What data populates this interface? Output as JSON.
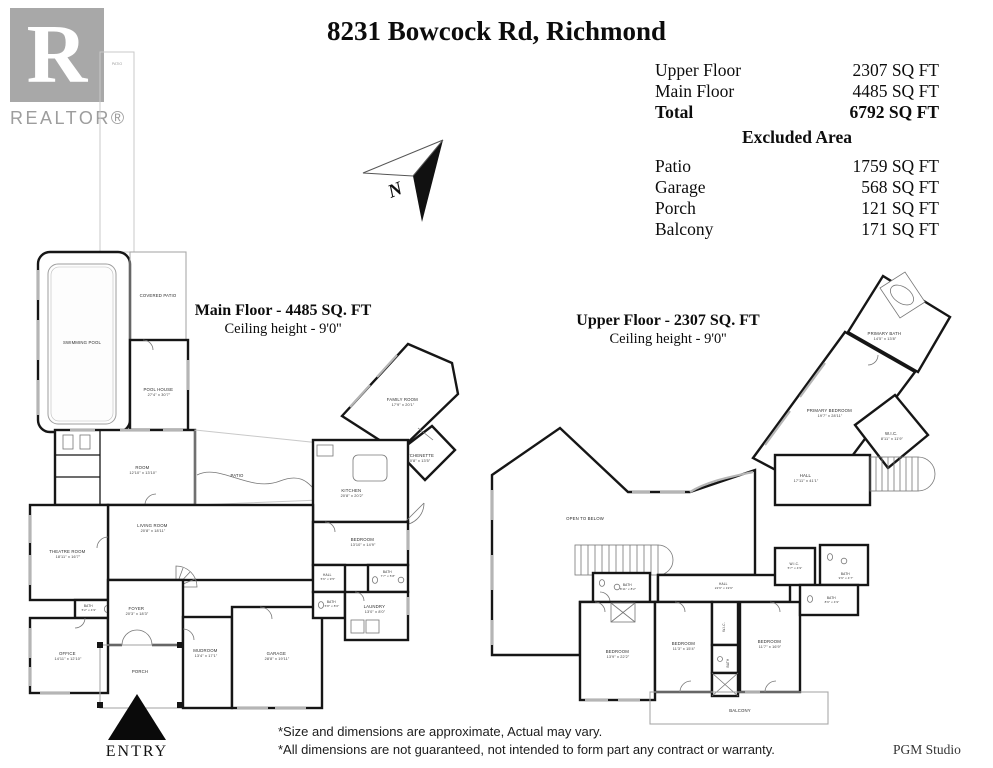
{
  "header": {
    "logo_letter": "R",
    "logo_text": "REALTOR®",
    "title": "8231 Bowcock Rd, Richmond"
  },
  "area_table": {
    "rows": [
      {
        "label": "Upper Floor",
        "value": "2307 SQ FT"
      },
      {
        "label": "Main Floor",
        "value": "4485 SQ FT"
      },
      {
        "label": "Total",
        "value": "6792 SQ FT"
      }
    ],
    "excluded_header": "Excluded Area",
    "excluded_rows": [
      {
        "label": "Patio",
        "value": "1759 SQ FT"
      },
      {
        "label": "Garage",
        "value": "568 SQ FT"
      },
      {
        "label": "Porch",
        "value": "121 SQ FT"
      },
      {
        "label": "Balcony",
        "value": "171 SQ FT"
      }
    ]
  },
  "compass": {
    "north_label": "N"
  },
  "main_floor": {
    "title": "Main Floor - 4485 SQ. FT",
    "subtitle": "Ceiling height - 9'0''",
    "rooms": [
      {
        "name": "SWIMMING POOL",
        "dims": ""
      },
      {
        "name": "PATIO",
        "dims": ""
      },
      {
        "name": "COVERED PATIO",
        "dims": ""
      },
      {
        "name": "POOL HOUSE",
        "dims": "27'4\" x 30'7\""
      },
      {
        "name": "ROOM",
        "dims": "12'10\" x 13'10\""
      },
      {
        "name": "PATIO",
        "dims": ""
      },
      {
        "name": "FAMILY ROOM",
        "dims": "17'9\" x 20'1\""
      },
      {
        "name": "KITCHENETTE",
        "dims": "10'8\" x 13'5\""
      },
      {
        "name": "KITCHEN",
        "dims": "20'8\" x 20'2\""
      },
      {
        "name": "LIVING ROOM",
        "dims": "20'8\" x 18'11\""
      },
      {
        "name": "THEATRE ROOM",
        "dims": "18'11\" x 16'7\""
      },
      {
        "name": "BATH",
        "dims": "5'2\" x 4'9\""
      },
      {
        "name": "OFFICE",
        "dims": "14'11\" x 12'10\""
      },
      {
        "name": "FOYER",
        "dims": "20'3\" x 18'3\""
      },
      {
        "name": "PORCH",
        "dims": ""
      },
      {
        "name": "MUDROOM",
        "dims": "13'4\" x 17'1\""
      },
      {
        "name": "GARAGE",
        "dims": "28'8\" x 19'11\""
      },
      {
        "name": "BEDROOM",
        "dims": "13'10\" x 14'9\""
      },
      {
        "name": "HALL",
        "dims": "5'6\" x 9'5\""
      },
      {
        "name": "BATH",
        "dims": "7'7\" x 5'8\""
      },
      {
        "name": "BATH",
        "dims": "5'8\" x 8'0\""
      },
      {
        "name": "LAUNDRY",
        "dims": "13'0\" x 8'0\""
      }
    ]
  },
  "upper_floor": {
    "title": "Upper Floor - 2307 SQ. FT",
    "subtitle": "Ceiling height - 9'0''",
    "rooms": [
      {
        "name": "PRIMARY BATH",
        "dims": "14'5\" x 13'8\""
      },
      {
        "name": "PRIMARY BEDROOM",
        "dims": "19'7\" x 28'11\""
      },
      {
        "name": "W.I.C.",
        "dims": "8'11\" x 11'9\""
      },
      {
        "name": "HALL",
        "dims": "17'11\" x 41'1\""
      },
      {
        "name": "OPEN TO BELOW",
        "dims": ""
      },
      {
        "name": "HALL",
        "dims": "22'9\" x 19'9\""
      },
      {
        "name": "BATH",
        "dims": "8'11\" x 8'2\""
      },
      {
        "name": "BEDROOM",
        "dims": "13'9\" x 22'2\""
      },
      {
        "name": "BEDROOM",
        "dims": "11'3\" x 15'4\""
      },
      {
        "name": "W.I.C.",
        "dims": ""
      },
      {
        "name": "BATH",
        "dims": ""
      },
      {
        "name": "BEDROOM",
        "dims": "11'7\" x 16'9\""
      },
      {
        "name": "BALCONY",
        "dims": ""
      },
      {
        "name": "W.I.C.",
        "dims": "5'7\" x 4'9\""
      },
      {
        "name": "BATH",
        "dims": "9'9\" x 4'7\""
      },
      {
        "name": "BATH",
        "dims": "8'9\" x 4'9\""
      }
    ]
  },
  "entry": {
    "label": "ENTRY"
  },
  "footer": {
    "disclaimer_line1": "*Size and dimensions are approximate, Actual may vary.",
    "disclaimer_line2": "*All dimensions are not guaranteed, not intended to form part any contract or warranty.",
    "credit": "PGM Studio"
  }
}
